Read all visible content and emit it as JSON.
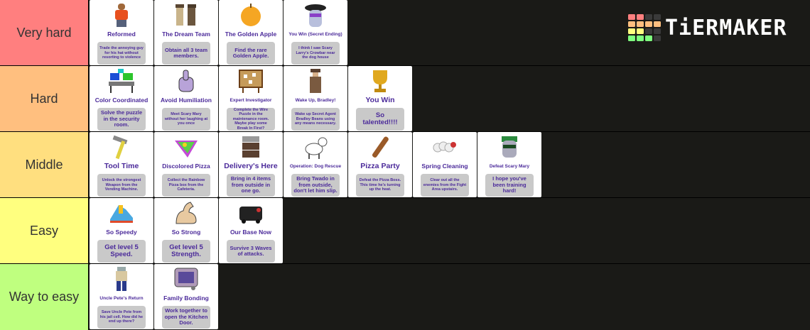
{
  "logo": {
    "text": "TiERMAKER",
    "grid_colors": [
      "#ff7f7f",
      "#ff7f7f",
      "#3a3a3a",
      "#3a3a3a",
      "#ffbf7f",
      "#ffbf7f",
      "#ffbf7f",
      "#ffbf7f",
      "#ffff7f",
      "#ffff7f",
      "#3a3a3a",
      "#3a3a3a",
      "#7fff7f",
      "#7fff7f",
      "#7fff7f",
      "#3a3a3a"
    ]
  },
  "tiers": [
    {
      "label": "Very hard",
      "color": "#ff7f7f",
      "items": [
        {
          "title": "Reformed",
          "desc": "Trade the annoying guy for his hat without resorting to violence",
          "icon": "person-orange-hoodie-icon",
          "title_size": "",
          "desc_size": ""
        },
        {
          "title": "The Dream Team",
          "desc": "Obtain all 3 team members.",
          "icon": "detectives-team-icon",
          "title_size": "",
          "desc_size": "med"
        },
        {
          "title": "The Golden Apple",
          "desc": "Find the rare Golden Apple.",
          "icon": "golden-apple-icon",
          "title_size": "",
          "desc_size": "med"
        },
        {
          "title": "You Win (Secret Ending)",
          "desc": "I think I saw Scary Larry's Crowbar near the dog house",
          "icon": "scary-larry-icon",
          "title_size": "small",
          "desc_size": ""
        }
      ]
    },
    {
      "label": "Hard",
      "color": "#ffbf7f",
      "items": [
        {
          "title": "Color Coordinated",
          "desc": "Solve the puzzle in the security room.",
          "icon": "computer-desk-icon",
          "title_size": "",
          "desc_size": "med"
        },
        {
          "title": "Avoid Humiliation",
          "desc": "Meet Scary Mary without her laughing at you once",
          "icon": "thumbs-up-icon",
          "title_size": "",
          "desc_size": ""
        },
        {
          "title": "Expert Investigator",
          "desc": "Complete the Wire Puzzle in the maintenance room. Maybe play some Break In First?",
          "icon": "cork-board-icon",
          "title_size": "small",
          "desc_size": ""
        },
        {
          "title": "Wake Up, Bradley!",
          "desc": "Wake up Secret Agent Bradley Beans using any means necessary.",
          "icon": "secret-agent-icon",
          "title_size": "small",
          "desc_size": ""
        },
        {
          "title": "You Win",
          "desc": "So talented!!!!",
          "icon": "trophy-icon",
          "title_size": "big",
          "desc_size": "big"
        }
      ]
    },
    {
      "label": "Middle",
      "color": "#ffdf7f",
      "items": [
        {
          "title": "Tool Time",
          "desc": "Unlock the strongest Weapon from the Vending Machine.",
          "icon": "hammer-icon",
          "title_size": "big",
          "desc_size": ""
        },
        {
          "title": "Discolored Pizza",
          "desc": "Collect the Rainbow Pizza box from the Cafeteria.",
          "icon": "rainbow-pizza-icon",
          "title_size": "",
          "desc_size": ""
        },
        {
          "title": "Delivery's Here",
          "desc": "Bring in 4 items from outside in one go.",
          "icon": "pizza-boxes-icon",
          "title_size": "big",
          "desc_size": "med"
        },
        {
          "title": "Operation: Dog Rescue",
          "desc": "Bring Twado in from outside, don't let him slip.",
          "icon": "dog-icon",
          "title_size": "small",
          "desc_size": "med"
        },
        {
          "title": "Pizza Party",
          "desc": "Defeat the Pizza Boss. This time he's turning up the heat.",
          "icon": "rolling-pin-icon",
          "title_size": "big",
          "desc_size": ""
        },
        {
          "title": "Spring Cleaning",
          "desc": "Clear out all the enemies from the Fight Area upstairs.",
          "icon": "cleaning-bubbles-icon",
          "title_size": "",
          "desc_size": ""
        },
        {
          "title": "Defeat Scary Mary",
          "desc": "I hope you've been training hard!",
          "icon": "scary-mary-icon",
          "title_size": "small",
          "desc_size": "med"
        }
      ]
    },
    {
      "label": "Easy",
      "color": "#ffff7f",
      "items": [
        {
          "title": "So Speedy",
          "desc": "Get level 5 Speed.",
          "icon": "sneaker-icon",
          "title_size": "",
          "desc_size": "big"
        },
        {
          "title": "So Strong",
          "desc": "Get level 5 Strength.",
          "icon": "flexed-arm-icon",
          "title_size": "",
          "desc_size": "big"
        },
        {
          "title": "Our Base Now",
          "desc": "Survive 3 Waves of attacks.",
          "icon": "black-van-icon",
          "title_size": "",
          "desc_size": "med"
        }
      ]
    },
    {
      "label": "Way to easy",
      "color": "#bfff7f",
      "items": [
        {
          "title": "Uncle Pete's Return",
          "desc": "Save Uncle Pete from his jail cell. How did he end up there?",
          "icon": "uncle-pete-icon",
          "title_size": "small",
          "desc_size": ""
        },
        {
          "title": "Family Bonding",
          "desc": "Work together to open the Kitchen Door.",
          "icon": "oven-door-icon",
          "title_size": "",
          "desc_size": "med"
        }
      ]
    }
  ]
}
